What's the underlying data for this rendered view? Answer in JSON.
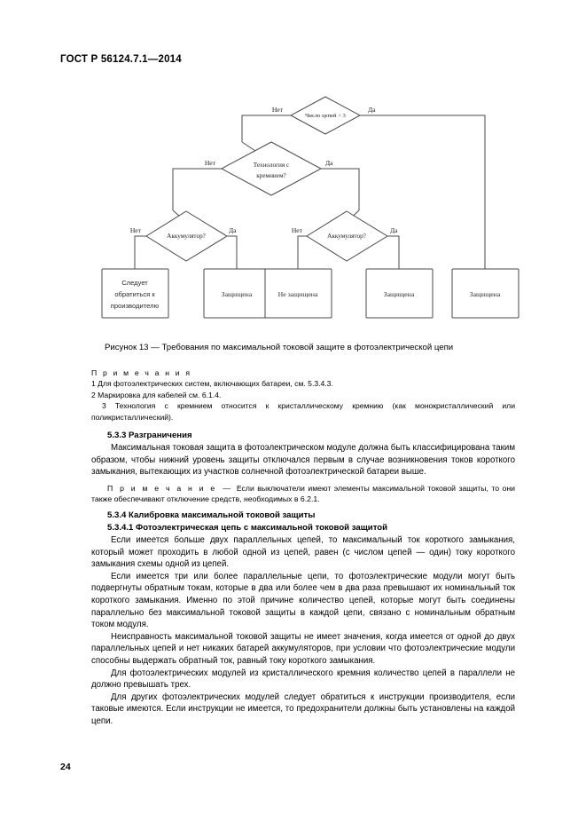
{
  "document": {
    "standard_header": "ГОСТ Р 56124.7.1—2014",
    "page_number": "24"
  },
  "figure": {
    "caption": "Рисунок 13 — Требования по максимальной токовой защите в фотоэлектрической цепи",
    "decisions": [
      {
        "id": "d1",
        "label": "Число цепей > 3",
        "no": "Нет",
        "yes": "Да"
      },
      {
        "id": "d2",
        "label_line1": "Технология с",
        "label_line2": "кремнием?",
        "no": "Нет",
        "yes": "Да"
      },
      {
        "id": "d3",
        "label": "Аккумулятор?",
        "no": "Нет",
        "yes": "Да"
      },
      {
        "id": "d4",
        "label": "Аккумулятор?",
        "no": "Нет",
        "yes": "Да"
      }
    ],
    "terminals": [
      {
        "id": "t1",
        "line1": "Следует",
        "line2": "обратиться к",
        "line3": "производителю"
      },
      {
        "id": "t2",
        "line1": "Защищена"
      },
      {
        "id": "t3",
        "line1": "Не защищена"
      },
      {
        "id": "t4",
        "line1": "Защищена"
      },
      {
        "id": "t5",
        "line1": "Защищена"
      }
    ]
  },
  "notes": {
    "title": "П р и м е ч а н и я",
    "items": [
      "1 Для фотоэлектрических систем, включающих батареи, см. 5.3.4.3.",
      "2 Маркировка для кабелей см. 6.1.4.",
      "3 Технология с кремнием относится к кристаллическому кремнию (как монокристаллический или поликристаллический)."
    ]
  },
  "sections": [
    {
      "heading": "5.3.3 Разграничения",
      "paragraphs": [
        "Максимальная токовая защита в фотоэлектрическом модуле должна быть классифицирована таким образом, чтобы нижний уровень защиты отключался первым в случае возникновения токов короткого замыкания, вытекающих из участков солнечной фотоэлектрической батареи выше."
      ],
      "note": {
        "lead": "П р и м е ч а н и е",
        "dash": "—",
        "text": "Если выключатели имеют элементы максимальной токовой защиты, то они также обеспечивают отключение средств, необходимых в 6.2.1."
      }
    },
    {
      "heading": "5.3.4 Калибровка максимальной токовой защиты",
      "subheading": "5.3.4.1 Фотоэлектрическая цепь с максимальной токовой защитой",
      "paragraphs": [
        "Если имеется больше двух параллельных цепей, то максимальный ток короткого замыкания, который может проходить в любой одной из цепей, равен (с числом цепей — один) току короткого замыкания схемы одной из цепей.",
        "Если имеется три или более параллельные цепи, то фотоэлектрические модули могут быть подвергнуты обратным токам, которые в два или более чем в два раза превышают их номинальный ток короткого замыкания. Именно по этой причине количество цепей, которые могут быть соединены параллельно без максимальной токовой защиты в каждой цепи, связано с номинальным обратным током модуля.",
        "Неисправность максимальной токовой защиты не имеет значения, когда имеется от одной до двух параллельных цепей и нет никаких батарей аккумуляторов, при условии что фотоэлектрические модули способны выдержать обратный ток, равный току короткого замыкания.",
        "Для фотоэлектрических модулей из кристаллического кремния количество цепей в параллели не должно превышать трех.",
        "Для других фотоэлектрических модулей следует обратиться к инструкции производителя, если таковые имеются. Если инструкции не имеется, то предохранители должны быть установлены на каждой цепи."
      ]
    }
  ]
}
